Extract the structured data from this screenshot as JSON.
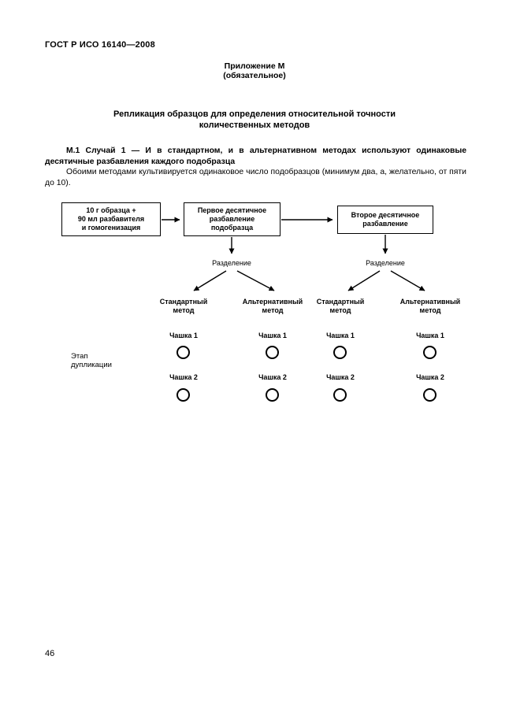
{
  "page": {
    "header": "ГОСТ Р ИСО 16140—2008",
    "page_number": "46"
  },
  "appendix": {
    "label": "Приложение М",
    "designation": "(обязательное)",
    "title": "Репликация образцов для определения относительной точности\nколичественных методов"
  },
  "body": {
    "case_paragraph": "М.1 Случай 1 — И в стандартном, и в альтернативном методах используют одинаковые десятичные разбавления каждого подобразца",
    "note_paragraph": "Обоими методами культивируется одинаковое число подобразцов (минимум два, а, желательно, от пяти до 10)."
  },
  "diagram": {
    "boxes": [
      {
        "label": "10 г образца +\n90 мл разбавителя\nи гомогенизация"
      },
      {
        "label": "Первое десятичное\nразбавление\nподобразца"
      },
      {
        "label": "Второе десятичное\nразбавление"
      }
    ],
    "division_labels": [
      "Разделение",
      "Разделение"
    ],
    "columns": [
      {
        "method": "Стандартный\nметод",
        "dish1": "Чашка 1",
        "dish2": "Чашка 2"
      },
      {
        "method": "Альтернативный\nметод",
        "dish1": "Чашка 1",
        "dish2": "Чашка 2"
      },
      {
        "method": "Стандартный\nметод",
        "dish1": "Чашка 1",
        "dish2": "Чашка 2"
      },
      {
        "method": "Альтернативный\nметод",
        "dish1": "Чашка 1",
        "dish2": "Чашка 2"
      }
    ],
    "stage_label": "Этап\nдупликации"
  }
}
